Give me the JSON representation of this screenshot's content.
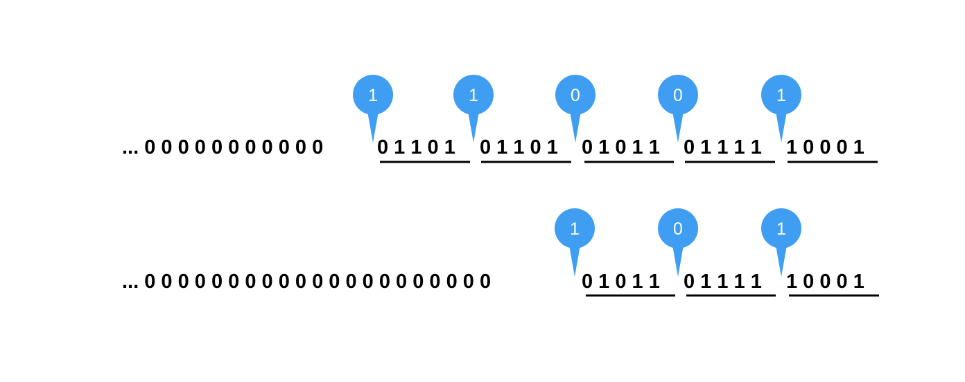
{
  "rows": [
    {
      "prefix": "... 0 0 0 0 0 0 0 0 0 0 0",
      "groups": [
        "0 1 1 0 1",
        "0 1 1 0 1",
        "0 1 0 1 1",
        "0 1 1 1 1",
        "1 0 0 0 1"
      ],
      "markers": [
        "1",
        "1",
        "0",
        "0",
        "1"
      ]
    },
    {
      "prefix": "... 0 0 0 0 0 0 0 0 0 0 0 0 0 0 0 0 0 0 0 0 0",
      "groups": [
        "0 1 0 1 1",
        "0 1 1 1 1",
        "1 0 0 0 1"
      ],
      "markers": [
        "1",
        "0",
        "1"
      ]
    }
  ],
  "colors": {
    "marker": "#3f9ef2",
    "text": "#000000",
    "underline": "#000000"
  }
}
